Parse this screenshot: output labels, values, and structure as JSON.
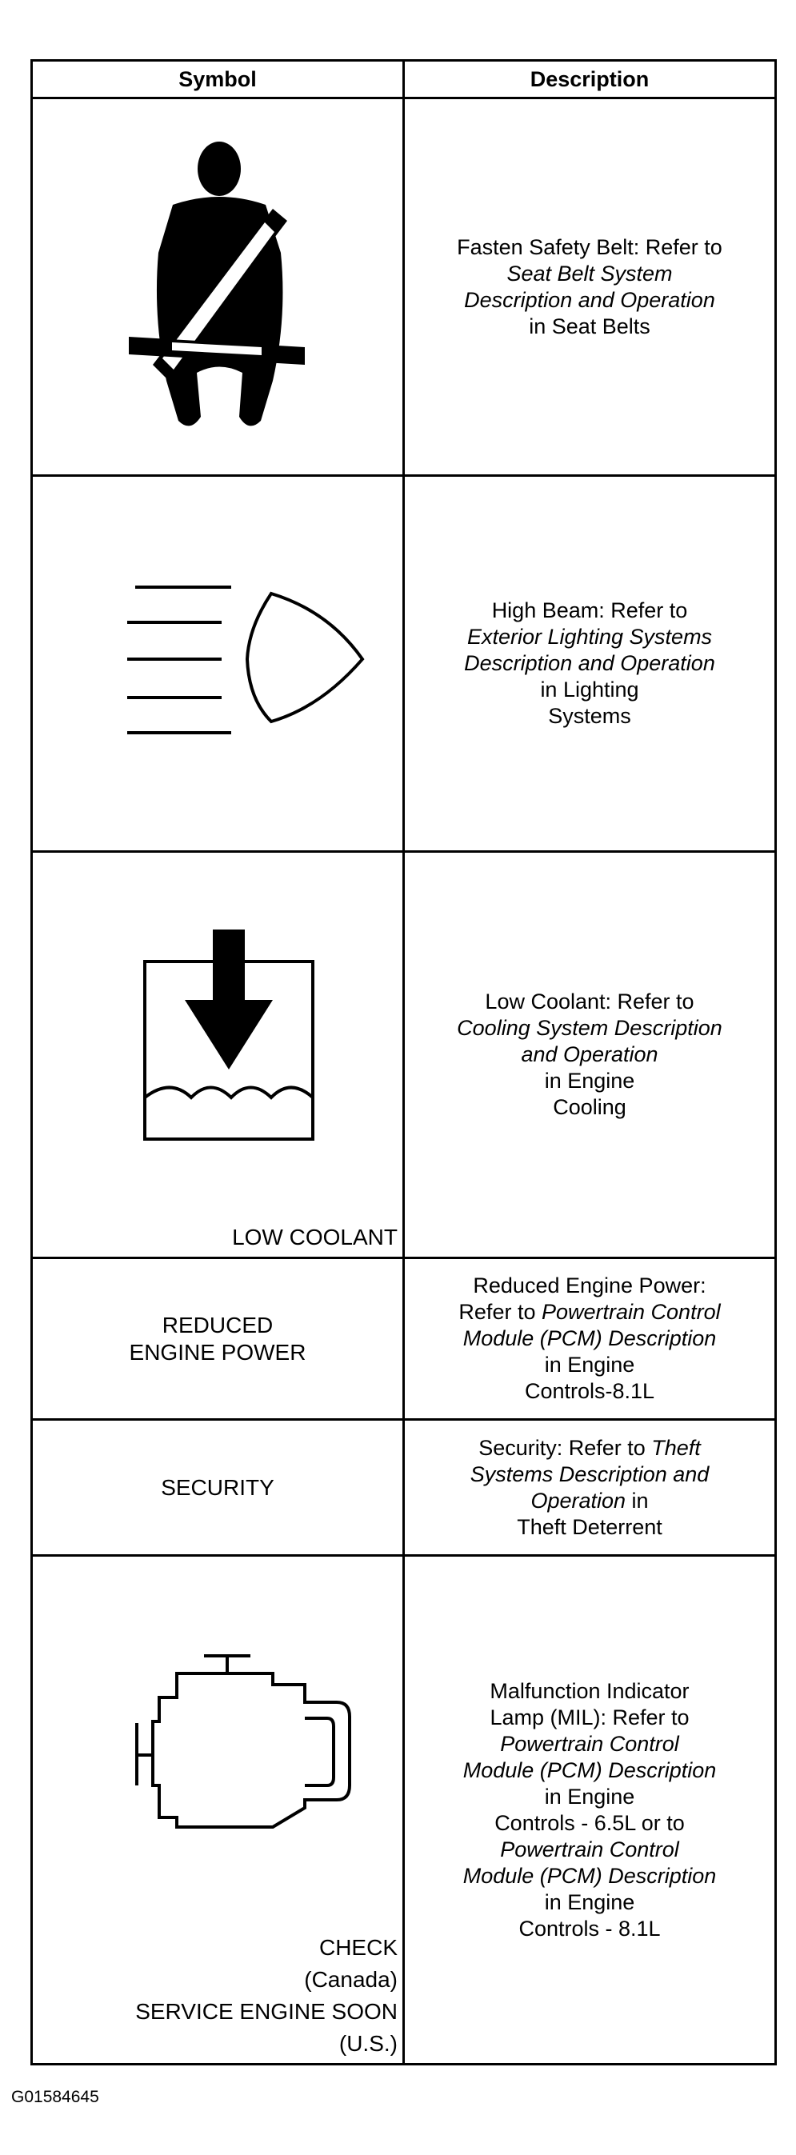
{
  "table": {
    "header_symbol": "Symbol",
    "header_description": "Description"
  },
  "rows": [
    {
      "icon": "seat-belt-icon",
      "desc": [
        "Fasten Safety Belt: Refer to",
        "Seat Belt System",
        "Description and Operation",
        "in Seat Belts"
      ]
    },
    {
      "icon": "high-beam-icon",
      "desc": [
        "High Beam: Refer to",
        "Exterior Lighting Systems",
        "Description and Operation",
        "in Lighting",
        "Systems"
      ]
    },
    {
      "icon": "low-coolant-icon",
      "label": "LOW COOLANT",
      "desc": [
        "Low Coolant: Refer to",
        "Cooling System Description",
        "and Operation",
        "in Engine",
        "Cooling"
      ]
    },
    {
      "label": [
        "REDUCED",
        "ENGINE POWER"
      ],
      "desc": [
        "Reduced Engine Power:",
        "Refer to",
        "Powertrain Control",
        "Module (PCM) Description",
        "in Engine",
        "Controls-8.1L"
      ]
    },
    {
      "label": "SECURITY",
      "desc": [
        "Security: Refer to",
        "Theft",
        "Systems Description and",
        "Operation",
        "in",
        "Theft Deterrent"
      ]
    },
    {
      "icon": "engine-icon",
      "label": [
        "CHECK",
        "(Canada)",
        "SERVICE ENGINE SOON",
        "(U.S.)"
      ],
      "desc": [
        "Malfunction Indicator",
        "Lamp (MIL): Refer to",
        "Powertrain Control",
        "Module (PCM) Description",
        "in Engine",
        "Controls - 6.5L or to",
        "Powertrain Control",
        "Module (PCM) Description",
        "in Engine",
        "Controls - 8.1L"
      ]
    }
  ],
  "figure_id": "G01584645"
}
